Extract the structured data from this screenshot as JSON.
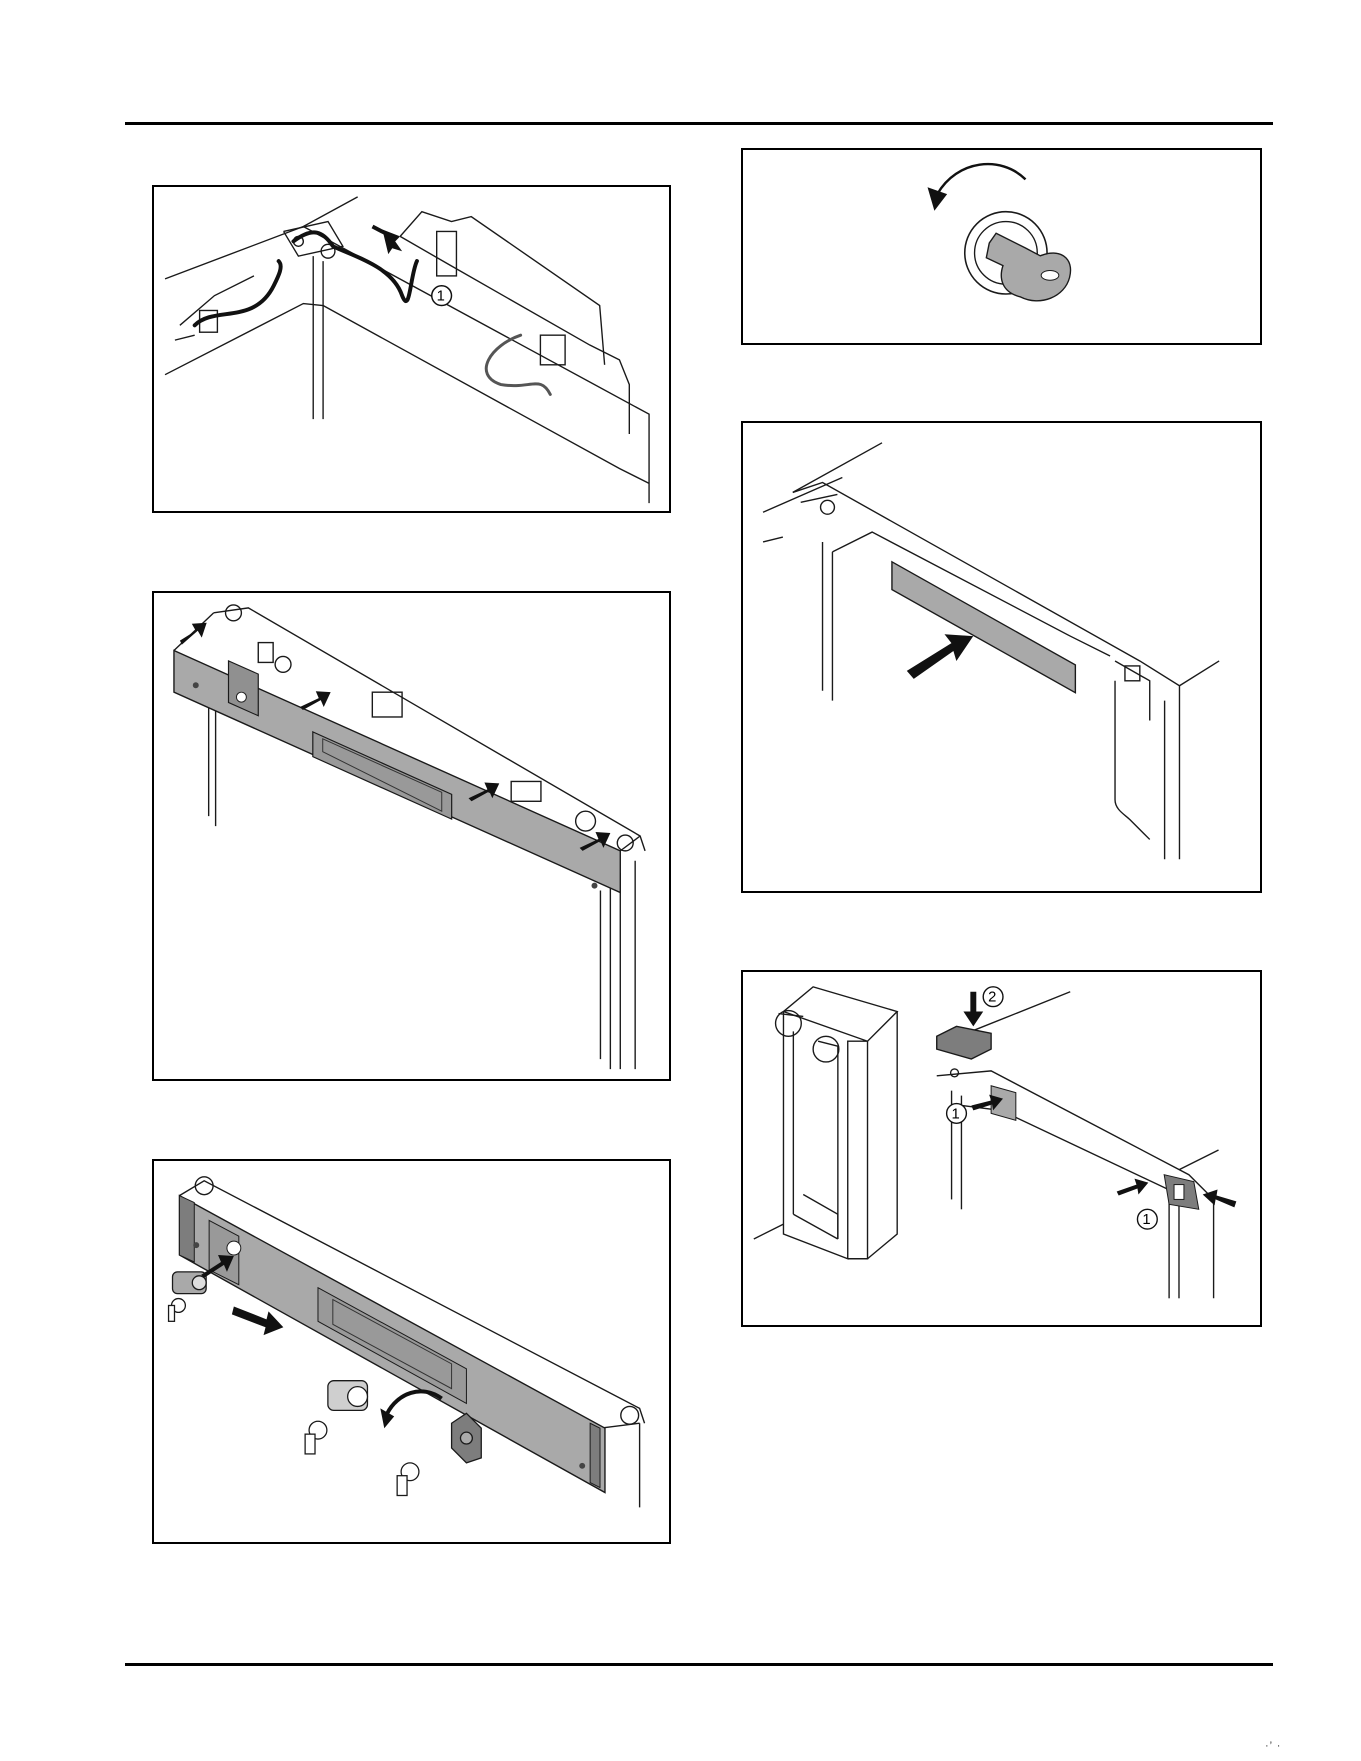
{
  "figures": {
    "fig1": {
      "callouts": [
        "1"
      ]
    },
    "fig6": {
      "callouts": [
        "2",
        "1",
        "1"
      ]
    }
  },
  "colors": {
    "panel": "#a9a9a9",
    "panel_dark": "#7d7d7d",
    "line": "#1a1a1a",
    "cable": "#111111"
  },
  "footer": {
    "mark": "·’ ·"
  }
}
